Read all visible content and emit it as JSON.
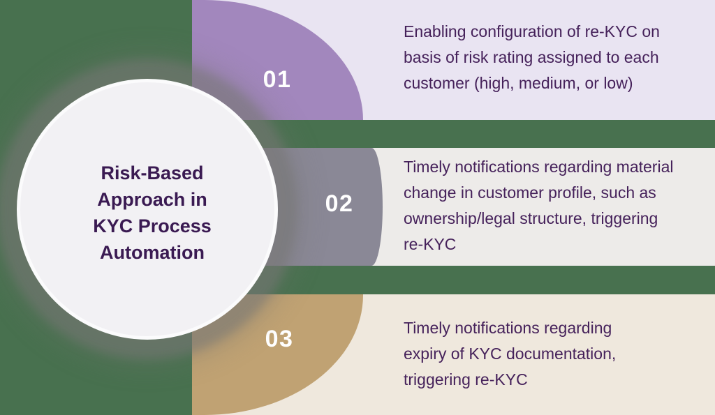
{
  "title": "Risk-Based\nApproach in\nKYC Process\nAutomation",
  "bands": [
    {
      "number": "01",
      "text": "Enabling configuration of re-KYC on\nbasis of risk rating assigned to each\ncustomer (high, medium, or low)",
      "accent_color": "#A287BD",
      "band_color": "#E9E4F2"
    },
    {
      "number": "02",
      "text": "Timely notifications regarding material\nchange in customer profile, such as\nownership/legal structure, triggering\nre-KYC",
      "accent_color": "#8A8896",
      "band_color": "#EDEBE9"
    },
    {
      "number": "03",
      "text": "Timely notifications regarding\nexpiry of KYC documentation,\ntriggering re-KYC",
      "accent_color": "#C0A273",
      "band_color": "#EFE8DD"
    }
  ],
  "colors": {
    "background": "#48714F",
    "circle_fill": "#F2F1F4",
    "title_text": "#3A1A52",
    "body_text": "#45215A",
    "number_text": "#FFFFFF"
  }
}
